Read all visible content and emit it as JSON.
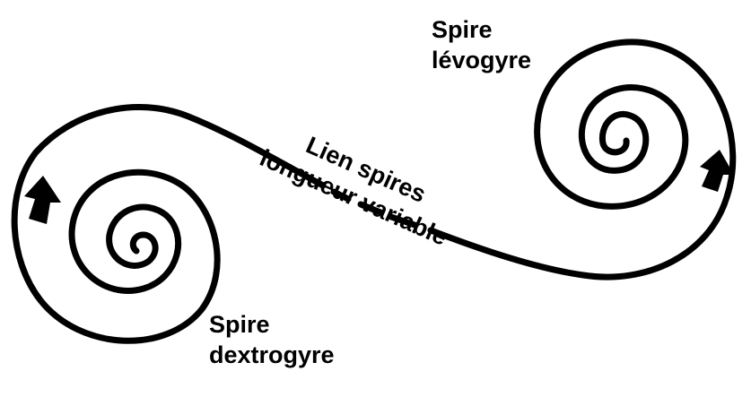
{
  "labels": {
    "right_spiral": [
      "Spire",
      "lévogyre"
    ],
    "left_spiral": [
      "Spire",
      "dextrogyre"
    ],
    "link": [
      "Lien spires",
      "longueur variable"
    ]
  },
  "colors": {
    "stroke": "#000000",
    "background": "#ffffff"
  }
}
